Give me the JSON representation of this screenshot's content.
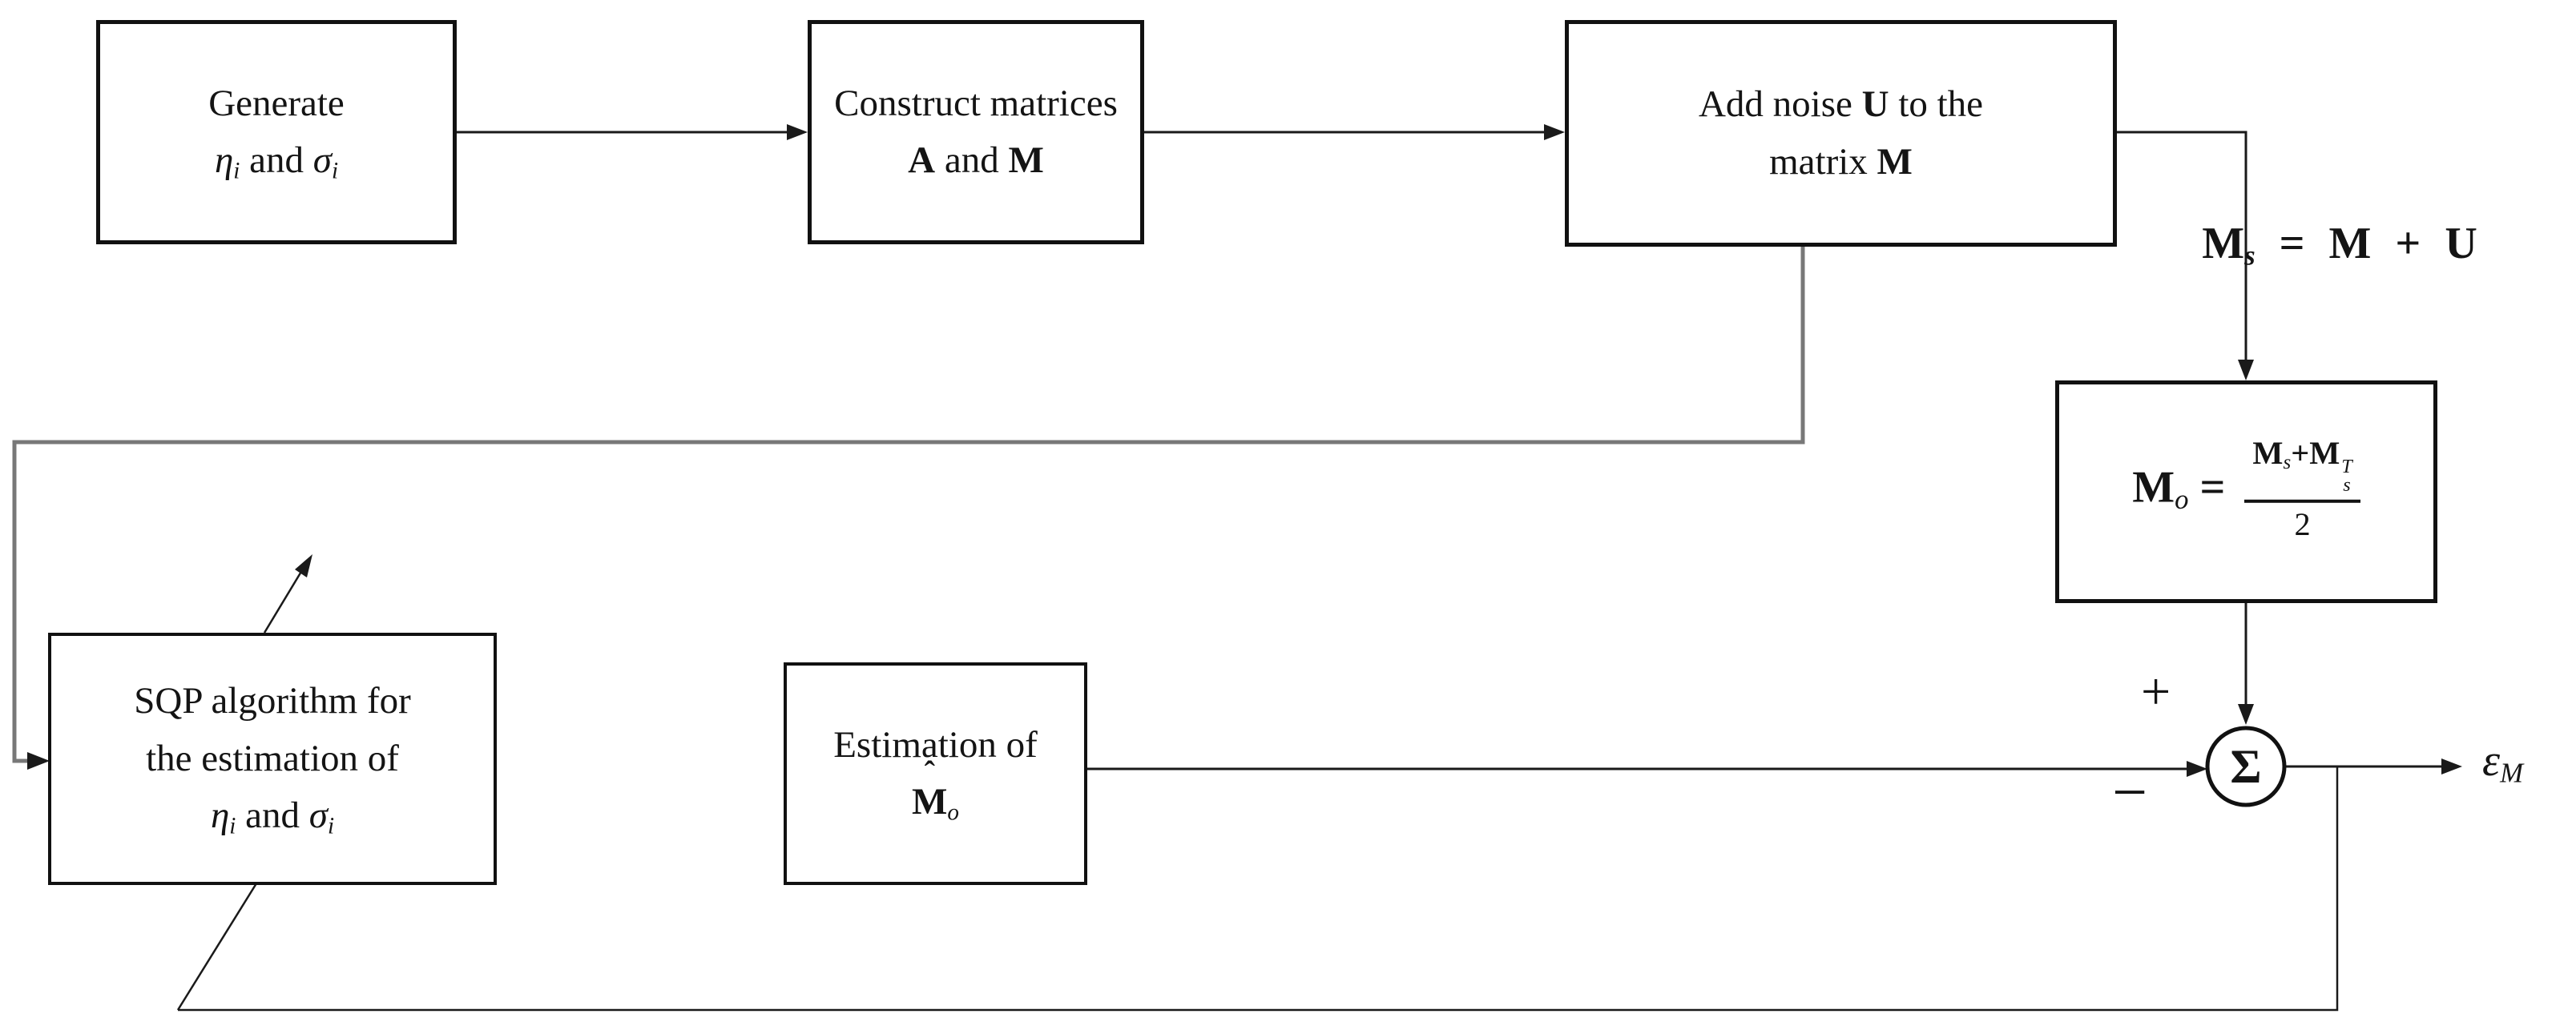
{
  "colors": {
    "line": "#1a1a1a",
    "feedback_line": "#787878",
    "background": "#ffffff",
    "text": "#141414"
  },
  "boxes": {
    "generate": {
      "line1": "Generate",
      "eta": "η",
      "eta_sub": "i",
      "conj": "and",
      "sigma": "σ",
      "sigma_sub": "i"
    },
    "construct": {
      "line1": "Construct matrices",
      "a": "A",
      "conj": "and",
      "m": "M"
    },
    "add_noise": {
      "pre": "Add noise",
      "u": "U",
      "post": "to the",
      "line2_pre": "matrix",
      "m": "M"
    },
    "mo": {
      "m": "M",
      "o": "o",
      "eq": "=",
      "num_m1": "M",
      "num_s1": "s",
      "plus": "+",
      "num_m2": "M",
      "num_s2": "s",
      "num_t": "T",
      "den": "2"
    },
    "sqp": {
      "line1": "SQP algorithm for",
      "line2": "the estimation of",
      "eta": "η",
      "eta_sub": "i",
      "conj": "and",
      "sigma": "σ",
      "sigma_sub": "i"
    },
    "estimation": {
      "line1": "Estimation of",
      "m": "M",
      "hat": "ˆ",
      "o": "o"
    }
  },
  "labels": {
    "ms": {
      "m1": "M",
      "s": "s",
      "eq": "=",
      "m2": "M",
      "plus": "+",
      "u": "U"
    },
    "sum": {
      "sigma": "Σ",
      "plus": "+",
      "minus": "−"
    },
    "epsilon": {
      "eps": "ε",
      "sub": "M"
    }
  }
}
